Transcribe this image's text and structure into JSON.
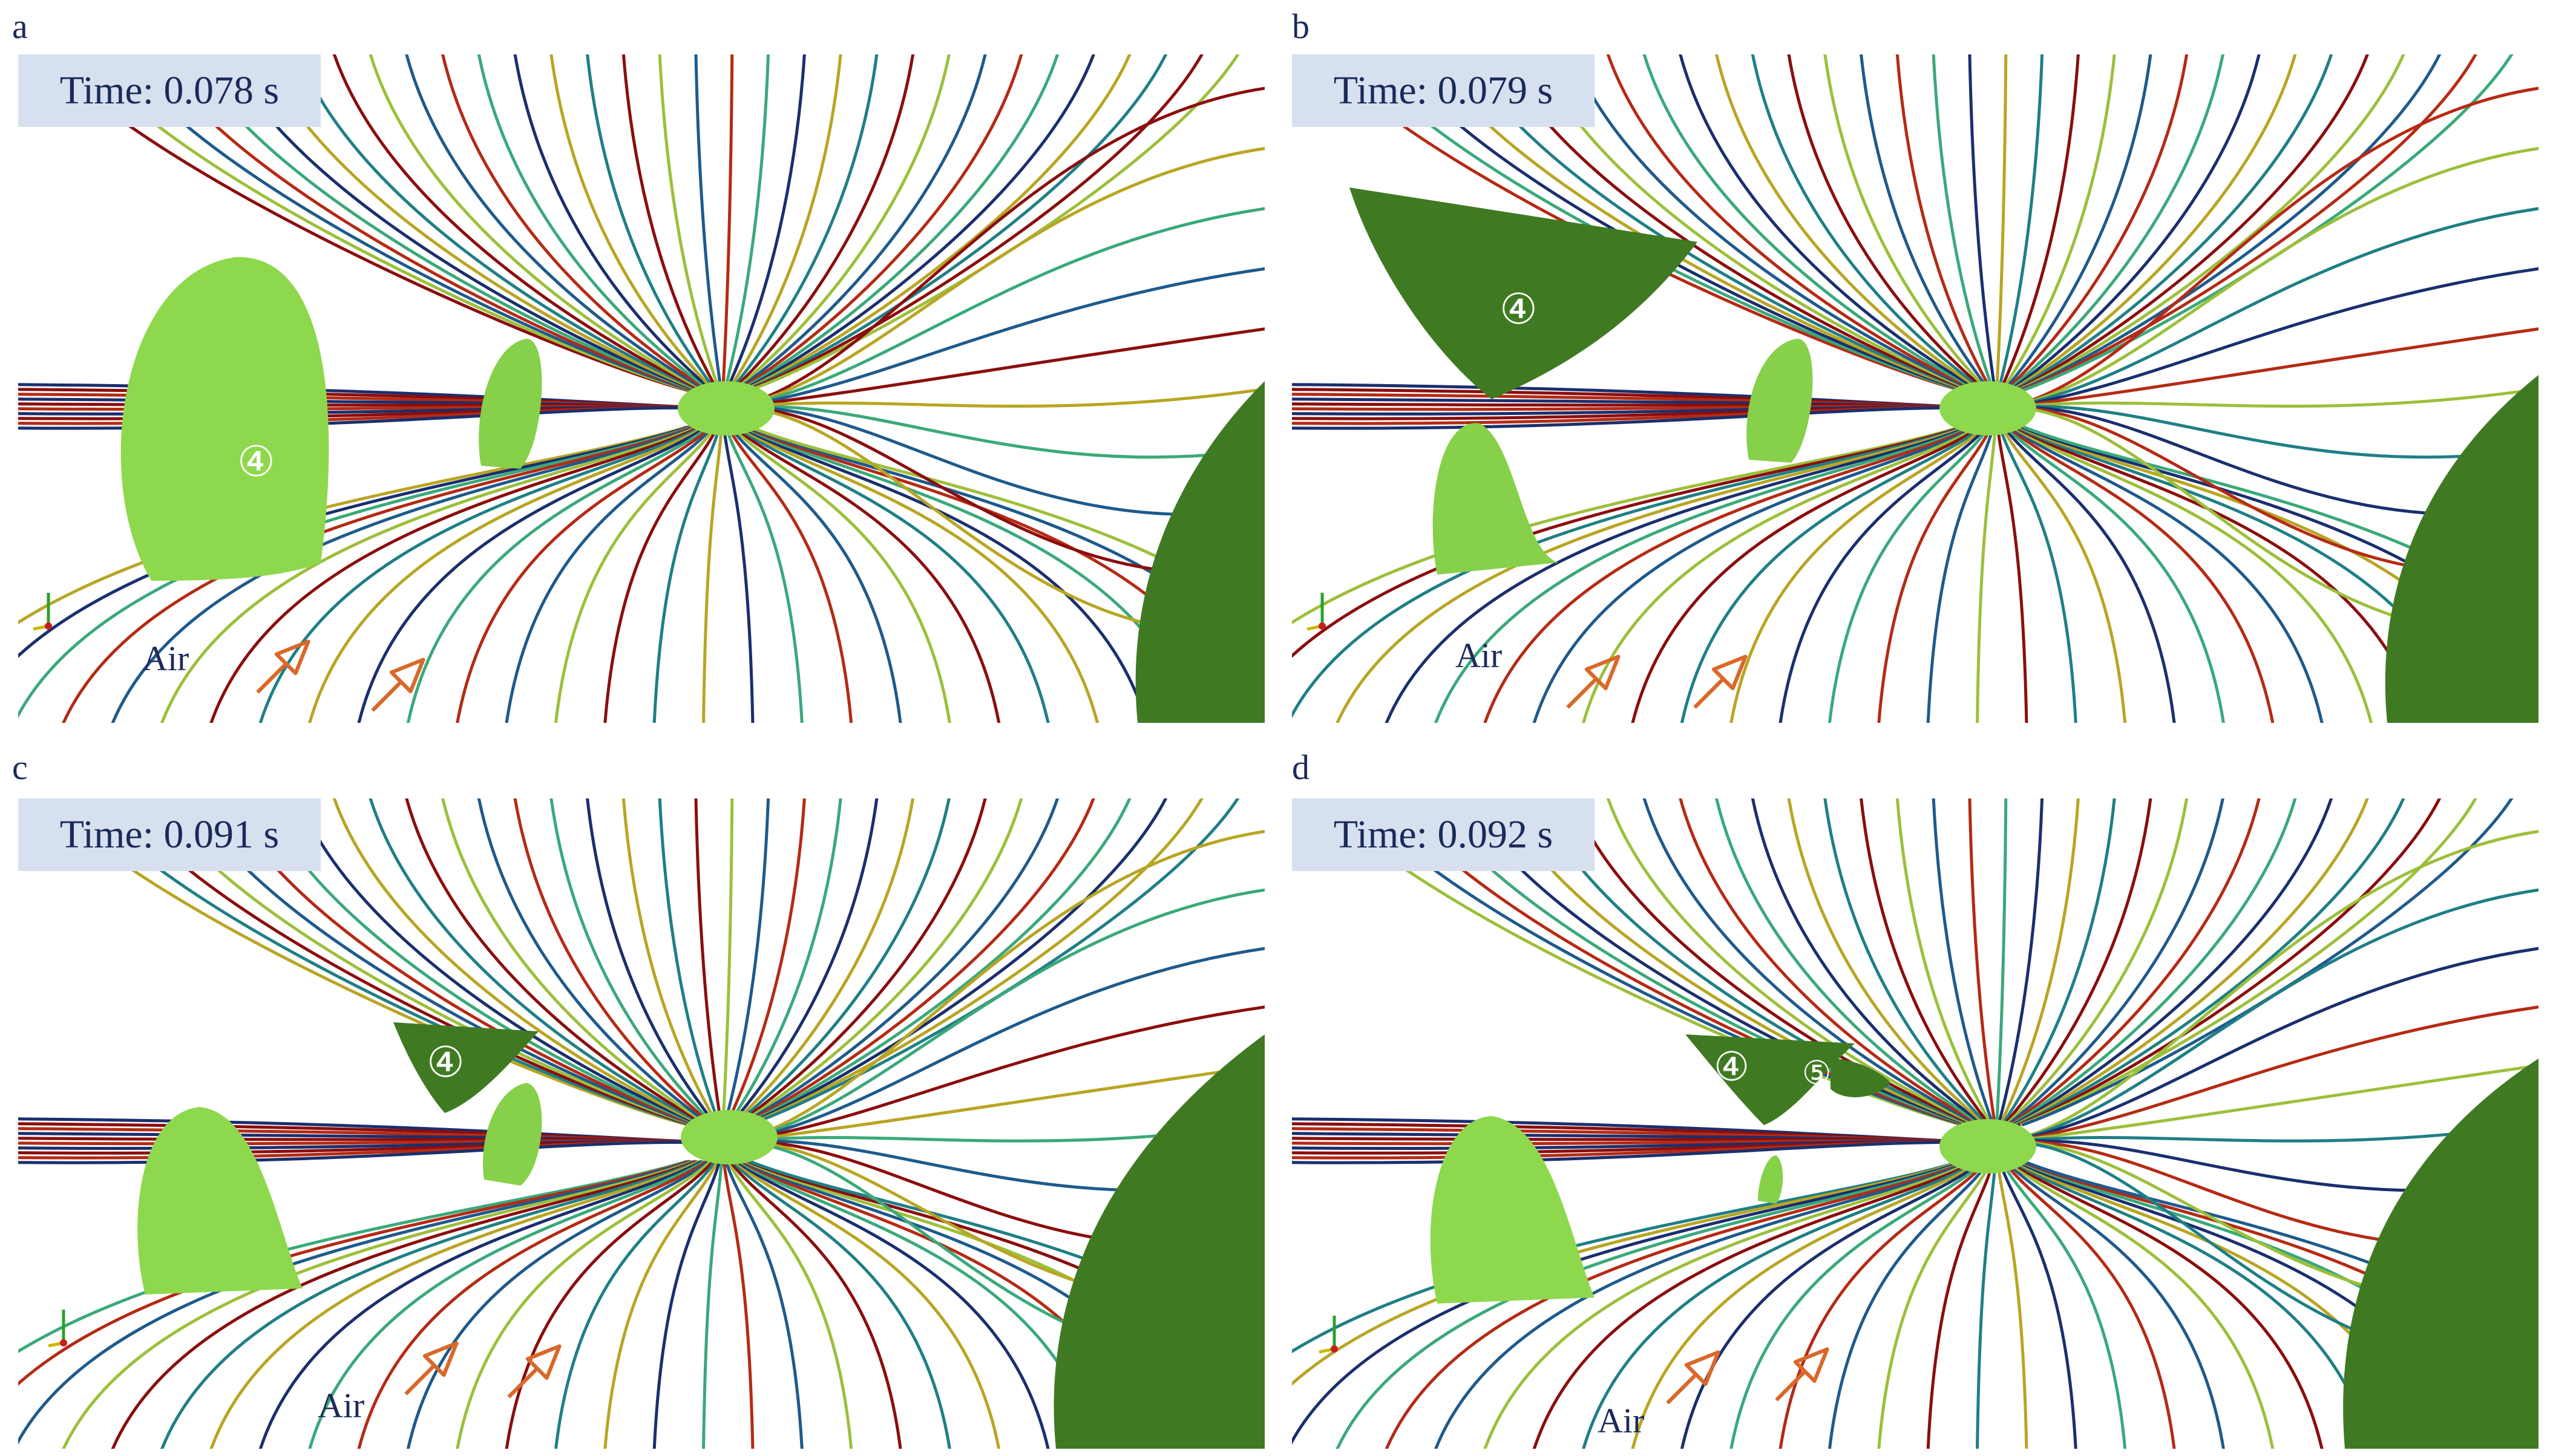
{
  "panels": [
    {
      "letter": "a",
      "time": "Time: 0.078 s",
      "air": "Air",
      "markers": [
        "④"
      ]
    },
    {
      "letter": "b",
      "time": "Time: 0.079 s",
      "air": "Air",
      "markers": [
        "④"
      ]
    },
    {
      "letter": "c",
      "time": "Time: 0.091 s",
      "air": "Air",
      "markers": [
        "④"
      ]
    },
    {
      "letter": "d",
      "time": "Time: 0.092 s",
      "air": "Air",
      "markers": [
        "④",
        "⑤"
      ]
    }
  ],
  "colors": {
    "bubble_light": "#8ed84e",
    "bubble_dark": "#3f7a22",
    "label_box": "#d6e0ef",
    "text": "#1c2a5a",
    "arrow": "#d9682a",
    "streamline_palette": [
      "#8b0d0d",
      "#b52a14",
      "#b8a523",
      "#9cbf3a",
      "#3aa97a",
      "#1f7f86",
      "#1e5a8c",
      "#1a2f6e"
    ]
  },
  "icons": [
    "air-flow-arrow-icon",
    "axes-triad-icon"
  ]
}
